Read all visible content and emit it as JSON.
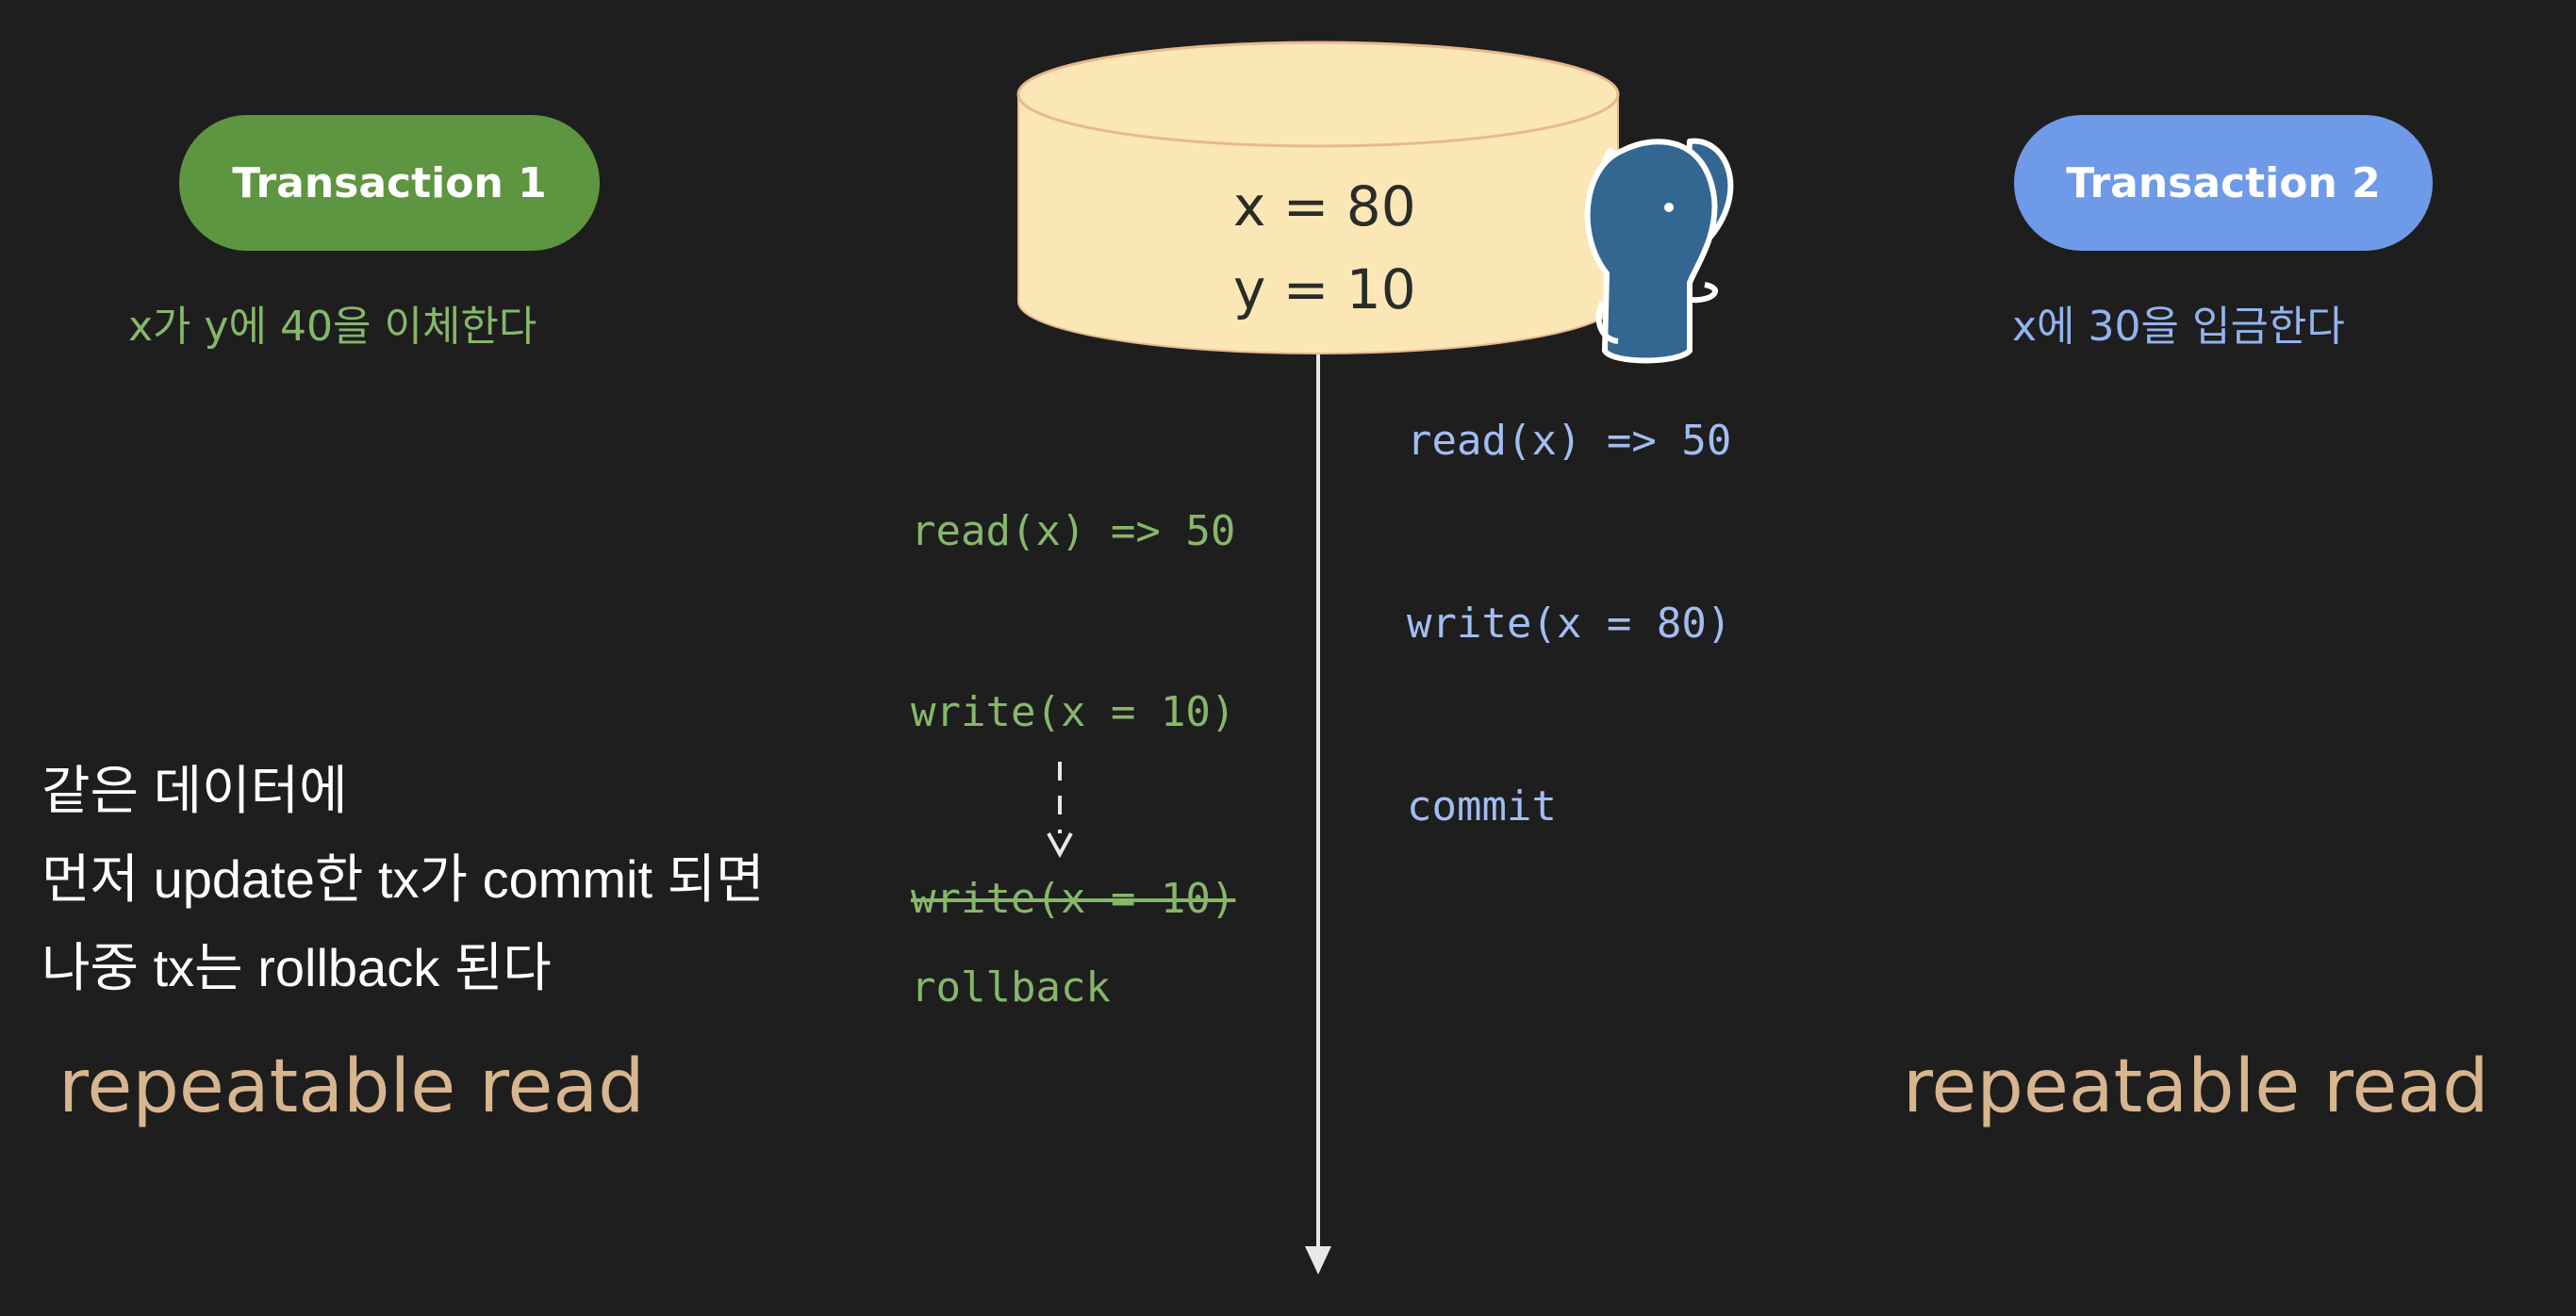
{
  "database": {
    "values": [
      "x = 80",
      "y = 10"
    ],
    "icon": "postgresql-elephant-icon",
    "color": "#fbe7b6"
  },
  "transaction_1": {
    "label": "Transaction 1",
    "description": "x가 y에 40을 이체한다",
    "color": "#5e9540",
    "operations": [
      "read(x) => 50",
      "write(x = 10)",
      "write(x = 10)",
      "rollback"
    ],
    "isolation_level": "repeatable read"
  },
  "transaction_2": {
    "label": "Transaction 2",
    "description": "x에 30을 입금한다",
    "color": "#6f9ae8",
    "operations": [
      "read(x) => 50",
      "write(x = 80)",
      "commit"
    ],
    "isolation_level": "repeatable read"
  },
  "note": [
    "같은 데이터에",
    "먼저 update한 tx가 commit 되면",
    "나중 tx는 rollback 된다"
  ]
}
